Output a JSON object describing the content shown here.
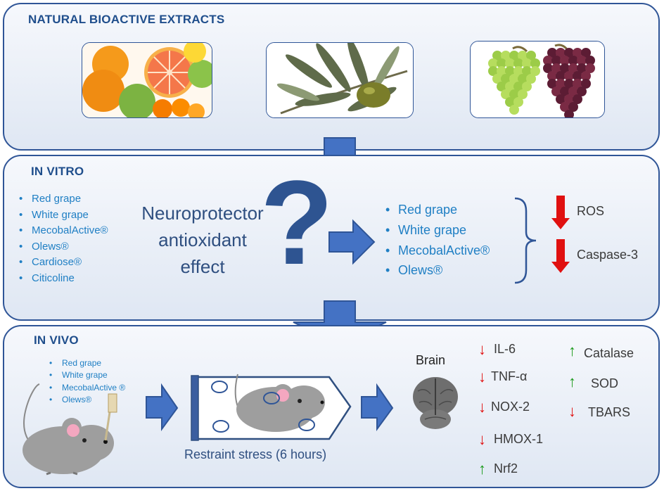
{
  "sections": {
    "extracts": {
      "title": "NATURAL BIOACTIVE EXTRACTS",
      "images": [
        "citrus-fruits-photo",
        "olive-branch-photo",
        "grapes-photo"
      ]
    },
    "in_vitro": {
      "title": "IN VITRO",
      "tested_items": [
        "Red grape",
        "White grape",
        "MecobalActive®",
        "Olews®",
        "Cardiose®",
        "Citicoline"
      ],
      "question_lines": [
        "Neuroprotector",
        "antioxidant",
        "effect"
      ],
      "question_mark": "?",
      "effective_items": [
        "Red grape",
        "White grape",
        "MecobalActive®",
        "Olews®"
      ],
      "results": [
        {
          "label": "ROS",
          "direction": "down"
        },
        {
          "label": "Caspase-3",
          "direction": "down"
        }
      ]
    },
    "in_vivo": {
      "title": "IN VIVO",
      "treatments": [
        "Red grape",
        "White grape",
        "MecobalActive ®",
        "Olews®"
      ],
      "restraint_label": "Restraint stress (6 hours)",
      "brain_label": "Brain",
      "markers_left": [
        {
          "label": "IL-6",
          "direction": "down"
        },
        {
          "label": "TNF-α",
          "direction": "down"
        },
        {
          "label": "NOX-2",
          "direction": "down"
        },
        {
          "label": "HMOX-1",
          "direction": "down"
        },
        {
          "label": "Nrf2",
          "direction": "up"
        }
      ],
      "markers_right": [
        {
          "label": "Catalase",
          "direction": "up"
        },
        {
          "label": "SOD",
          "direction": "up"
        },
        {
          "label": "TBARS",
          "direction": "down"
        }
      ]
    }
  },
  "colors": {
    "panel_border": "#2f5597",
    "title": "#1f4e8c",
    "bullet_text": "#1f7fc4",
    "arrow_fill": "#4472c4",
    "decrease": "#e01010",
    "increase": "#1a9a1a"
  }
}
